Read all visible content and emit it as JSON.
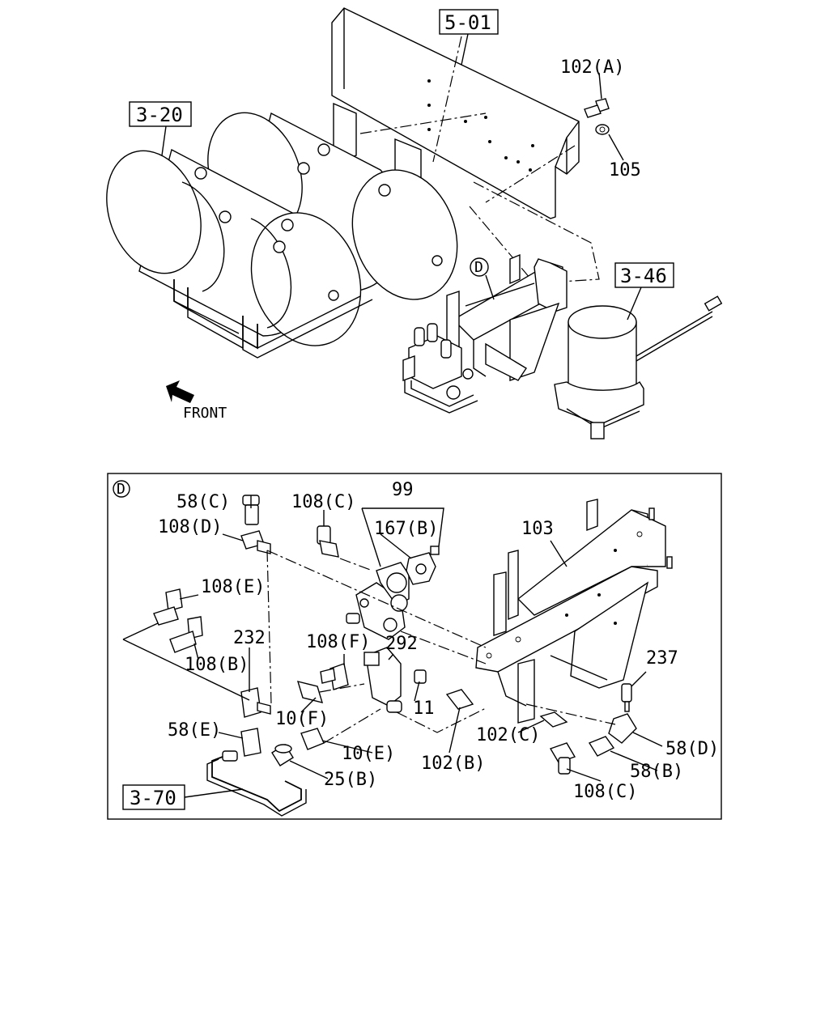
{
  "ref_boxes": {
    "r501": "5-01",
    "r320": "3-20",
    "r346": "3-46",
    "r370": "3-70"
  },
  "front_label": "FRONT",
  "detail_letter": "D",
  "callouts": {
    "c102a": "102(A)",
    "c105": "105",
    "c58c": "58(C)",
    "c108c_top": "108(C)",
    "c99": "99",
    "c108d": "108(D)",
    "c167b": "167(B)",
    "c103": "103",
    "c108e": "108(E)",
    "c232": "232",
    "c108f": "108(F)",
    "c292": "292",
    "c108b": "108(B)",
    "c237": "237",
    "c11": "11",
    "c10f": "10(F)",
    "c58e": "58(E)",
    "c102c": "102(C)",
    "c58d": "58(D)",
    "c10e": "10(E)",
    "c102b": "102(B)",
    "c25b": "25(B)",
    "c58b": "58(B)",
    "c108c_bot": "108(C)"
  }
}
